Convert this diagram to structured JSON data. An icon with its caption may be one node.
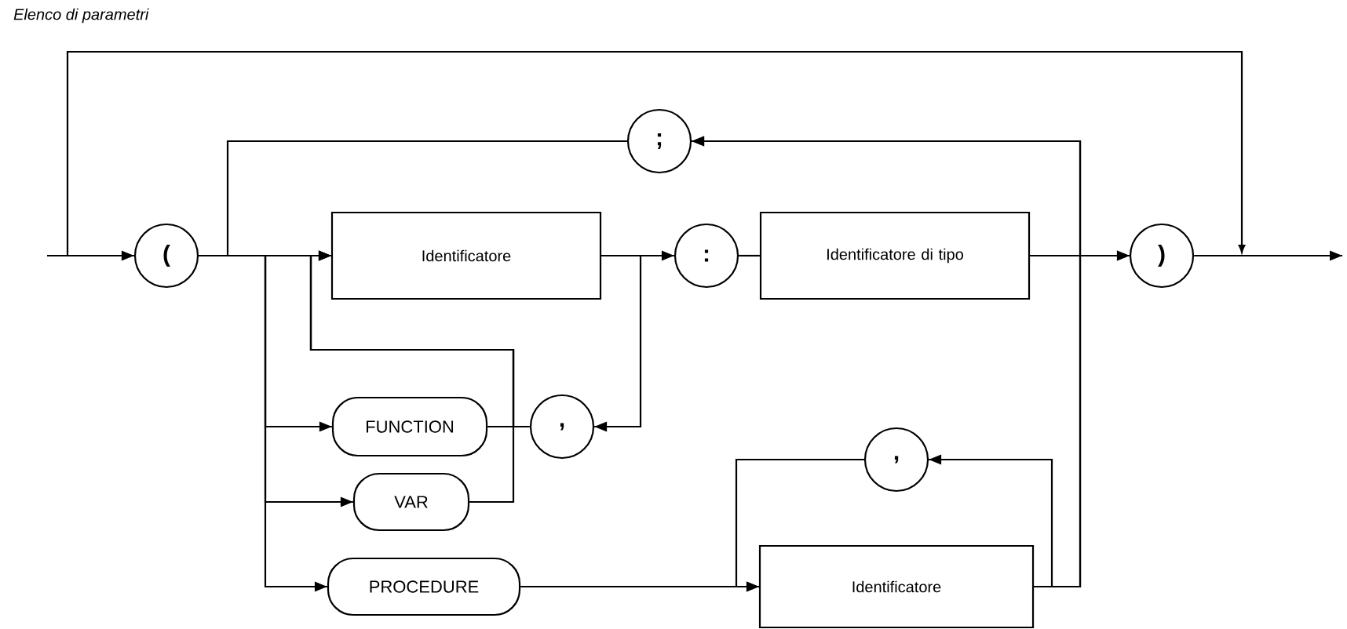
{
  "diagram": {
    "title": "Elenco di parametri",
    "nodes": [
      {
        "text": [
          "("
        ]
      },
      {
        "text": [
          "Identificatore"
        ]
      },
      {
        "text": [
          ":"
        ]
      },
      {
        "text": [
          "Identificatore di tipo"
        ]
      },
      {
        "text": [
          ")"
        ]
      },
      {
        "text": [
          ";"
        ]
      },
      {
        "text": [
          "FUNCTION"
        ]
      },
      {
        "text": [
          ","
        ]
      },
      {
        "text": [
          "VAR"
        ]
      },
      {
        "text": [
          "PROCEDURE"
        ]
      },
      {
        "text": [
          ","
        ]
      },
      {
        "text": [
          "Identificatore"
        ]
      }
    ],
    "edges": [
      {
        "from": null,
        "to": 0,
        "arrow": "to"
      },
      {
        "from": 0,
        "to": 1,
        "arrow": "none"
      },
      {
        "from": 5,
        "to": 1,
        "arrow": "to"
      },
      {
        "from": 0,
        "to": 6,
        "arrow": "to"
      },
      {
        "from": 0,
        "to": 8,
        "arrow": "to"
      },
      {
        "from": 0,
        "to": 9,
        "arrow": "to"
      },
      {
        "from": 1,
        "to": 2,
        "arrow": "to"
      },
      {
        "from": 1,
        "to": 7,
        "arrow": "to"
      },
      {
        "from": 7,
        "to": 1,
        "arrow": "to"
      },
      {
        "from": 6,
        "to": 1,
        "arrow": "to"
      },
      {
        "from": 8,
        "to": 1,
        "arrow": "to"
      },
      {
        "from": 2,
        "to": 3,
        "arrow": "none"
      },
      {
        "from": 3,
        "to": 4,
        "arrow": "to"
      },
      {
        "from": 3,
        "to": 5,
        "arrow": "to"
      },
      {
        "from": 9,
        "to": 11,
        "arrow": "to"
      },
      {
        "from": 11,
        "to": 10,
        "arrow": "to"
      },
      {
        "from": 10,
        "to": 11,
        "arrow": "to"
      },
      {
        "from": 11,
        "to": 5,
        "arrow": "to"
      },
      {
        "from": 11,
        "to": 4,
        "arrow": "to"
      },
      {
        "from": 4,
        "to": null,
        "arrow": "to"
      }
    ]
  }
}
